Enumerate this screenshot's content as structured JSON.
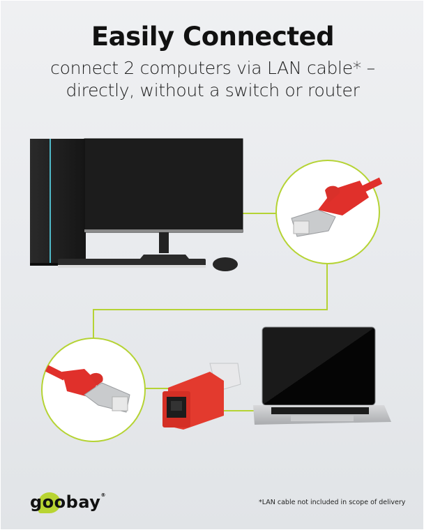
{
  "header": {
    "title": "Easily Connected",
    "subtitle_line1": "connect 2 computers via LAN cable* –",
    "subtitle_line2": "directly, without a switch or router"
  },
  "illustration": {
    "items": [
      {
        "name": "desktop-pc",
        "label": "Desktop computer with monitor, keyboard and mouse"
      },
      {
        "name": "lan-plug-closeup-1",
        "label": "Red RJ45 LAN cable plug"
      },
      {
        "name": "lan-plug-closeup-2",
        "label": "Red RJ45 LAN cable plug"
      },
      {
        "name": "crossover-adapter",
        "label": "Red RJ45 crossover adapter"
      },
      {
        "name": "laptop",
        "label": "Laptop"
      }
    ],
    "colors": {
      "accent_line": "#b5d334",
      "cable_red": "#e0302b",
      "background": "#e9ebee"
    }
  },
  "footer": {
    "brand": "goobay",
    "brand_registered": "®",
    "note": "*LAN cable not included in scope of delivery"
  }
}
